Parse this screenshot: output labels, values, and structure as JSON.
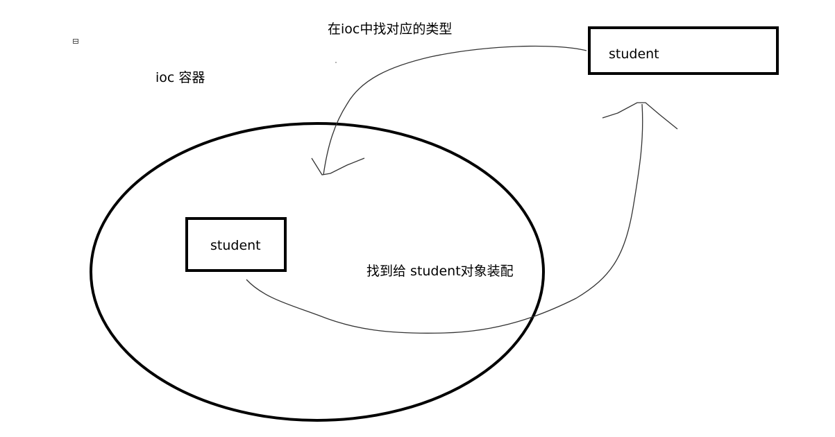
{
  "labels": {
    "container": "ioc 容器",
    "find_type": "在ioc中找对应的类型",
    "inject": "找到给 student对象装配"
  },
  "boxes": {
    "outer_student": "student",
    "inner_student": "student"
  },
  "colors": {
    "stroke": "#000000",
    "background": "#ffffff"
  },
  "icons": {
    "corner_mark": "small-window-icon"
  }
}
